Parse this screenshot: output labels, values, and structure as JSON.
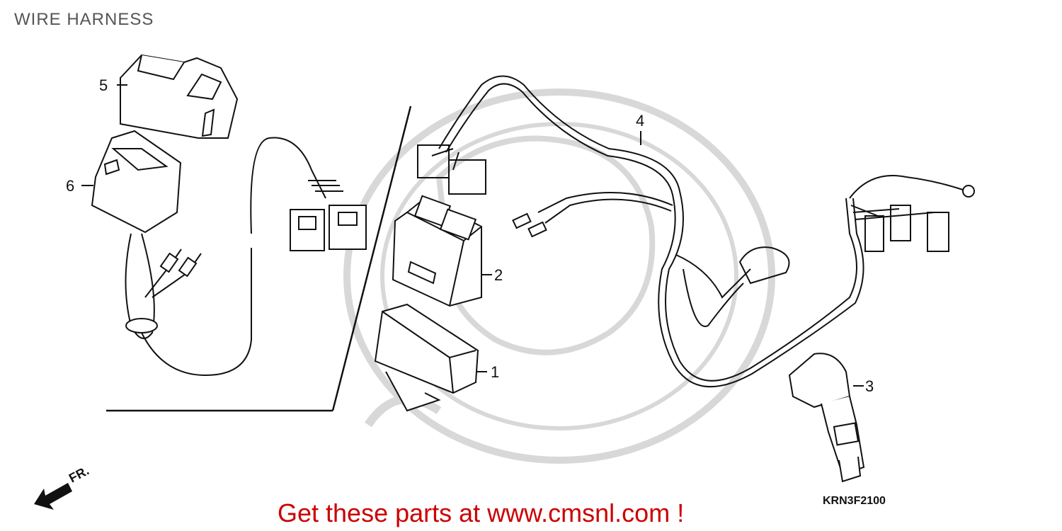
{
  "title": "WIRE HARNESS",
  "callouts": [
    "5",
    "6",
    "4",
    "2",
    "1",
    "3"
  ],
  "direction_label": "FR.",
  "diagram_code": "KRN3F2100",
  "promo_text": "Get these parts at www.cmsnl.com !",
  "colors": {
    "line": "#111111",
    "watermark": "#d8d8d8",
    "promo": "#cc0000",
    "title": "#555555"
  }
}
